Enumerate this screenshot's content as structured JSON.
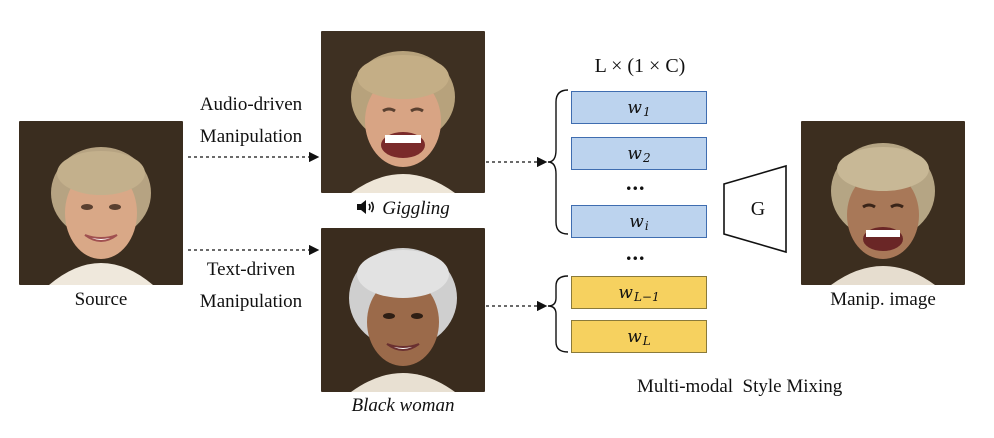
{
  "labels": {
    "source": "Source",
    "audio_line1": "Audio-driven",
    "audio_line2": "Manipulation",
    "text_line1": "Text-driven",
    "text_line2": "Manipulation",
    "giggling": "Giggling",
    "black_woman": "Black woman",
    "dimension": "L × (1 × C)",
    "generator": "G",
    "manip_image": "Manip. image",
    "mixing": "Multi-modal  Style Mixing",
    "ellipsis": "..."
  },
  "style_vectors": [
    {
      "base": "w",
      "sub": "1",
      "color": "blue"
    },
    {
      "base": "w",
      "sub": "2",
      "color": "blue"
    },
    {
      "base": "w",
      "sub": "i",
      "color": "blue"
    },
    {
      "base": "w",
      "sub": "L−1",
      "color": "yellow"
    },
    {
      "base": "w",
      "sub": "L",
      "color": "yellow"
    }
  ],
  "icons": {
    "speaker": "speaker-icon"
  },
  "colors": {
    "blue_fill": "#bcd3ee",
    "blue_border": "#3f6db0",
    "yellow_fill": "#f6d15f",
    "photo_bg": "#3d2f1f"
  }
}
